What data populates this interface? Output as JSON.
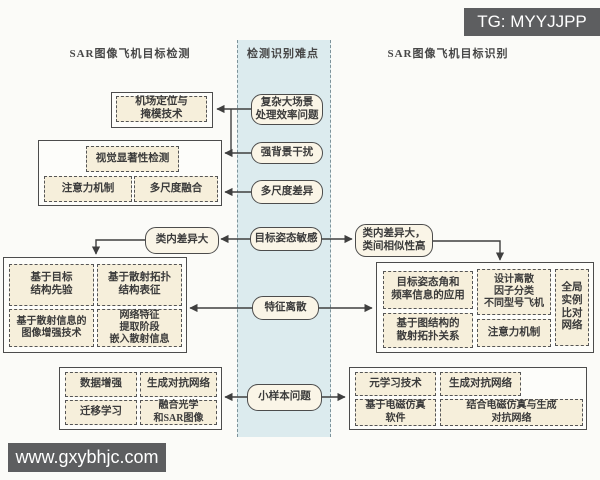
{
  "watermarks": {
    "telegram": "TG: MYYJJPP",
    "website": "www.gxybhjc.com"
  },
  "headers": {
    "left": "SAR图像飞机目标检测",
    "center": "检测识别难点",
    "right": "SAR图像飞机目标识别"
  },
  "difficulties": {
    "complex_scene": "复杂大场景\n处理效率问题",
    "background_clutter": "强背景干扰",
    "scale_variation": "多尺度差异",
    "pose_sensitivity": "目标姿态敏感",
    "feature_discreteness": "特征离散",
    "few_shot": "小样本问题"
  },
  "detection": {
    "airport_masking": "机场定位与\n掩模技术",
    "visual_saliency": "视觉显著性检测",
    "attention": "注意力机制",
    "multiscale_fusion": "多尺度融合",
    "intra_class_variance": "类内差异大",
    "target_structure_prior": "基于目标\n结构先验",
    "scattering_topology": "基于散射拓扑\n结构表征",
    "scattering_enhancement": "基于散射信息的\n图像增强技术",
    "network_scattering": "网络特征\n提取阶段\n嵌入散射信息",
    "data_augmentation": "数据增强",
    "gan": "生成对抗网络",
    "transfer_learning": "迁移学习",
    "optical_sar_fusion": "融合光学\n和SAR图像"
  },
  "recognition": {
    "intra_inter_class": "类内差异大，\n类间相似性高",
    "pose_frequency": "目标姿态角和\n频率信息的应用",
    "discrete_factor": "设计离散\n因子分类\n不同型号飞机",
    "global_instance": "全局\n实例\n比对\n网络",
    "graph_scattering": "基于图结构的\n散射拓扑关系",
    "attention": "注意力机制",
    "meta_learning": "元学习技术",
    "gan": "生成对抗网络",
    "em_simulation": "基于电磁仿真\n软件",
    "em_gan": "结合电磁仿真与生成\n对抗网络"
  },
  "colors": {
    "band": "#dcebee",
    "box_fill": "#f6efdb",
    "node_fill": "#faf5e7",
    "line": "#3f3f3f",
    "watermark_bg": "#5d5e60"
  }
}
